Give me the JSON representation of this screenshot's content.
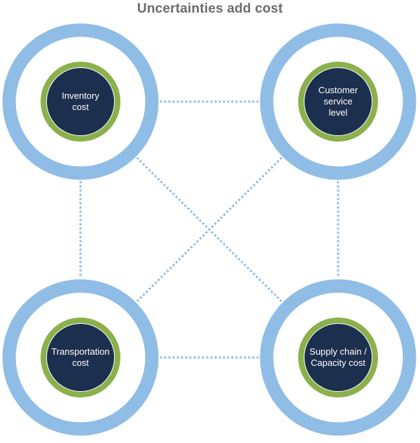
{
  "title": "Uncertainties add cost",
  "colors": {
    "outer_ring": "#8fbde6",
    "green_ring": "#8bb04c",
    "inner_circle": "#1d2f4e",
    "connector": "#8fbde6",
    "title_text": "#6b6b6b"
  },
  "nodes": [
    {
      "id": "inventory",
      "label": "Inventory\ncost"
    },
    {
      "id": "customer-service",
      "label": "Customer\nservice\nlevel"
    },
    {
      "id": "transportation",
      "label": "Transportation\ncost"
    },
    {
      "id": "supply-chain",
      "label": "Supply chain /\nCapacity cost"
    }
  ],
  "connections": [
    [
      "inventory",
      "customer-service"
    ],
    [
      "inventory",
      "transportation"
    ],
    [
      "customer-service",
      "supply-chain"
    ],
    [
      "transportation",
      "supply-chain"
    ],
    [
      "inventory",
      "supply-chain"
    ],
    [
      "customer-service",
      "transportation"
    ]
  ]
}
